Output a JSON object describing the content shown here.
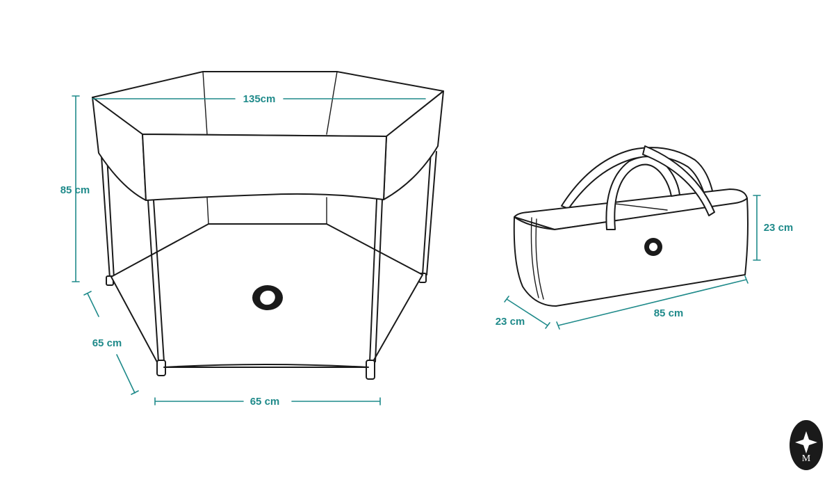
{
  "colors": {
    "dimension": "#1f8a8a",
    "outline": "#1a1a1a",
    "background": "#ffffff",
    "logo_bg": "#1a1a1a",
    "logo_fg": "#ffffff"
  },
  "playpen": {
    "icon": "hexagonal-playpen-icon",
    "dimensions": {
      "width_top": "135cm",
      "height": "85 cm",
      "side_depth": "65 cm",
      "side_width": "65 cm"
    }
  },
  "bag": {
    "icon": "carry-bag-icon",
    "dimensions": {
      "height": "23 cm",
      "depth": "23 cm",
      "length": "85 cm"
    }
  },
  "logo": {
    "icon": "brand-logo-icon",
    "letter": "M"
  }
}
